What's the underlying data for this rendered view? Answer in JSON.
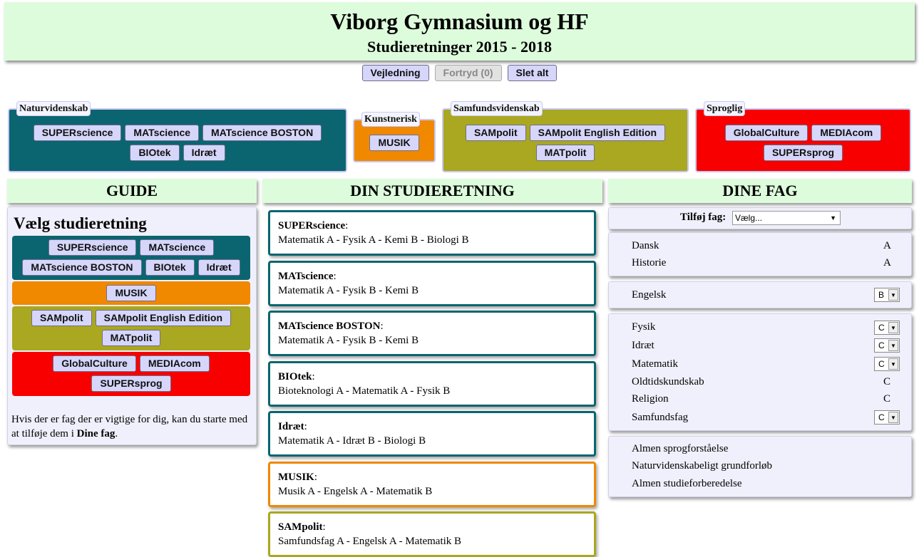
{
  "header": {
    "title": "Viborg Gymnasium og HF",
    "subtitle": "Studieretninger 2015 - 2018"
  },
  "toolbar": {
    "guide": "Vejledning",
    "undo": "Fortryd (0)",
    "clear": "Slet alt"
  },
  "categories": {
    "natur": {
      "label": "Naturvidenskab",
      "items": [
        "SUPERscience",
        "MATscience",
        "MATscience BOSTON",
        "BIOtek",
        "Idræt"
      ]
    },
    "kunst": {
      "label": "Kunstnerisk",
      "items": [
        "MUSIK"
      ]
    },
    "samf": {
      "label": "Samfundsvidenskab",
      "items": [
        "SAMpolit",
        "SAMpolit English Edition",
        "MATpolit"
      ]
    },
    "sprog": {
      "label": "Sproglig",
      "items": [
        "GlobalCulture",
        "MEDIAcom",
        "SUPERsprog"
      ]
    }
  },
  "columns": {
    "guide": "GUIDE",
    "study": "DIN STUDIERETNING",
    "subjects": "DINE FAG"
  },
  "guide": {
    "title": "Vælg studieretning",
    "note_prefix": "Hvis der er fag der er vigtige for dig, kan du starte med at tilføje dem i ",
    "note_bold": "Dine fag",
    "note_suffix": "."
  },
  "study": [
    {
      "name": "SUPERscience",
      "subjects": "Matematik A - Fysik A - Kemi B - Biologi B"
    },
    {
      "name": "MATscience",
      "subjects": "Matematik A - Fysik B - Kemi B"
    },
    {
      "name": "MATscience BOSTON",
      "subjects": "Matematik A - Fysik B - Kemi B"
    },
    {
      "name": "BIOtek",
      "subjects": "Bioteknologi A - Matematik A - Fysik B"
    },
    {
      "name": "Idræt",
      "subjects": "Matematik A - Idræt B - Biologi B"
    },
    {
      "name": "MUSIK",
      "subjects": "Musik A - Engelsk A - Matematik B"
    },
    {
      "name": "SAMpolit",
      "subjects": "Samfundsfag A - Engelsk A - Matematik B"
    }
  ],
  "subjects": {
    "add_label": "Tilføj fag:",
    "add_select": "Vælg...",
    "group1": [
      {
        "name": "Dansk",
        "level": "A"
      },
      {
        "name": "Historie",
        "level": "A"
      }
    ],
    "group2": [
      {
        "name": "Engelsk",
        "level": "B"
      }
    ],
    "group3": [
      {
        "name": "Fysik",
        "level": "C"
      },
      {
        "name": "Idræt",
        "level": "C"
      },
      {
        "name": "Matematik",
        "level": "C"
      },
      {
        "name": "Oldtidskundskab",
        "level": "C"
      },
      {
        "name": "Religion",
        "level": "C"
      },
      {
        "name": "Samfundsfag",
        "level": "C"
      }
    ],
    "group4": [
      "Almen sprogforståelse",
      "Naturvidenskabeligt grundforløb",
      "Almen studieforberedelse"
    ]
  }
}
